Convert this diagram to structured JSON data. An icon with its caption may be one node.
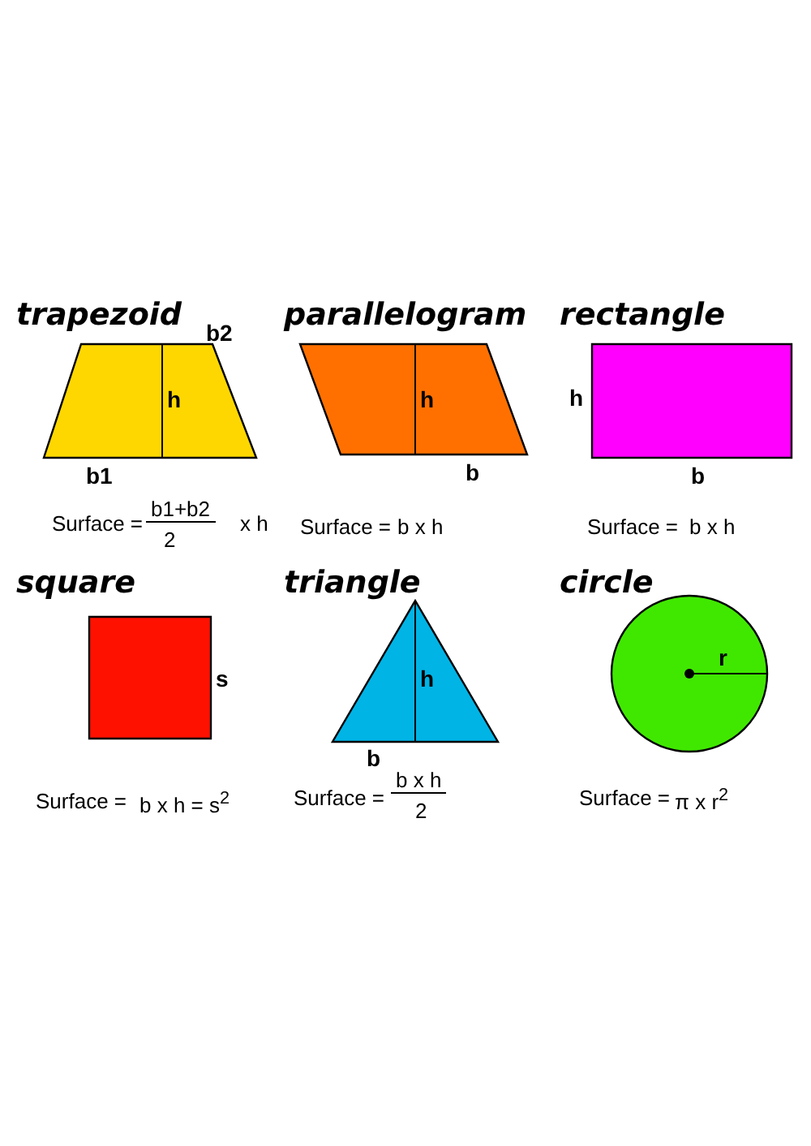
{
  "diagram": {
    "nodes": [
      {
        "text": [
          "trapezoid",
          "h"
        ],
        "beside": [
          "b2",
          "b1"
        ]
      },
      {
        "text": [
          "parallelogram",
          "h"
        ],
        "beside": [
          "b"
        ]
      },
      {
        "text": [
          "rectangle"
        ],
        "beside": [
          "h",
          "b"
        ]
      },
      {
        "text": [
          "square"
        ],
        "beside": [
          "s"
        ]
      },
      {
        "text": [
          "triangle",
          "h"
        ],
        "beside": [
          "b"
        ]
      },
      {
        "text": [
          "circle",
          "r"
        ]
      }
    ],
    "labels": [
      "Surface =",
      "b1+b2",
      "2",
      "x h",
      "Surface =",
      "b x h",
      "Surface =",
      "b x h",
      "Surface =",
      "b x h = s$^{2}$",
      "Surface =",
      "b x h",
      "2",
      "Surface =",
      "π x r$^{2}$"
    ]
  }
}
